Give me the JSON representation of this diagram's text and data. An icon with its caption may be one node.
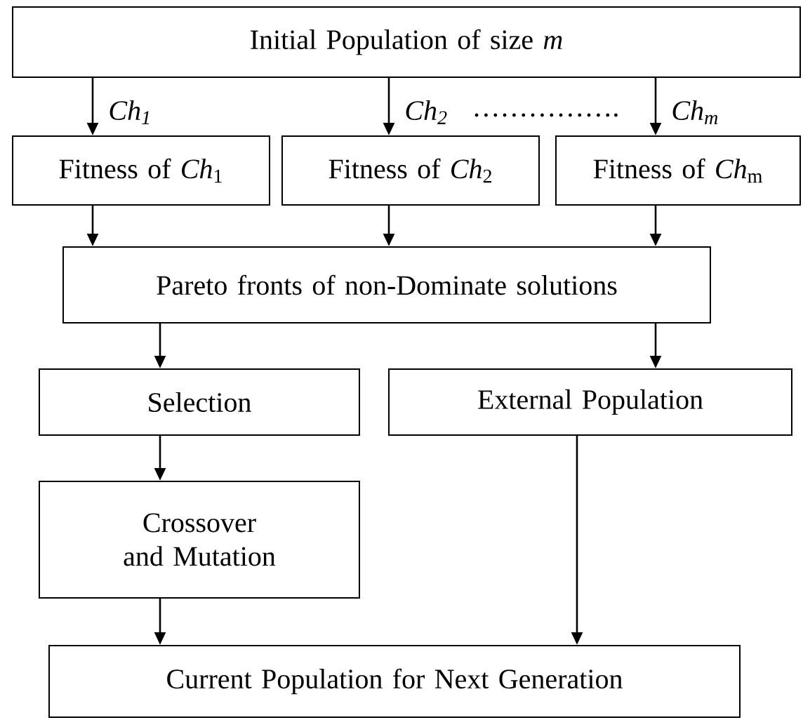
{
  "diagram": {
    "nodes": [
      {
        "text": [
          "Initial Population of size *m*"
        ]
      },
      {
        "text": [
          "Fitness of *Ch*$_{1}$"
        ]
      },
      {
        "text": [
          "Fitness of *Ch*$_{2}$"
        ]
      },
      {
        "text": [
          "Fitness of *Ch*$_{m}$"
        ]
      },
      {
        "text": [
          "Pareto fronts of non-Dominate solutions"
        ]
      },
      {
        "text": [
          "Selection"
        ]
      },
      {
        "text": [
          "External Population"
        ]
      },
      {
        "text": [
          "Crossover and Mutation"
        ]
      },
      {
        "text": [
          "Current Population for Next Generation"
        ]
      }
    ],
    "edges": [
      {
        "from": 0,
        "to": 1,
        "arrow": "to",
        "label": "*Ch*$_{1}$"
      },
      {
        "from": 0,
        "to": 2,
        "arrow": "to",
        "label": "*Ch*$_{2}$"
      },
      {
        "from": 0,
        "to": 3,
        "arrow": "to",
        "label": "*Ch*$_{m}$"
      },
      {
        "from": 1,
        "to": 4,
        "arrow": "to"
      },
      {
        "from": 2,
        "to": 4,
        "arrow": "to"
      },
      {
        "from": 3,
        "to": 4,
        "arrow": "to"
      },
      {
        "from": 4,
        "to": 5,
        "arrow": "to"
      },
      {
        "from": 4,
        "to": 6,
        "arrow": "to"
      },
      {
        "from": 5,
        "to": 7,
        "arrow": "to"
      },
      {
        "from": 7,
        "to": 8,
        "arrow": "to"
      },
      {
        "from": 6,
        "to": 8,
        "arrow": "to"
      }
    ],
    "labels": [
      "……………."
    ]
  }
}
